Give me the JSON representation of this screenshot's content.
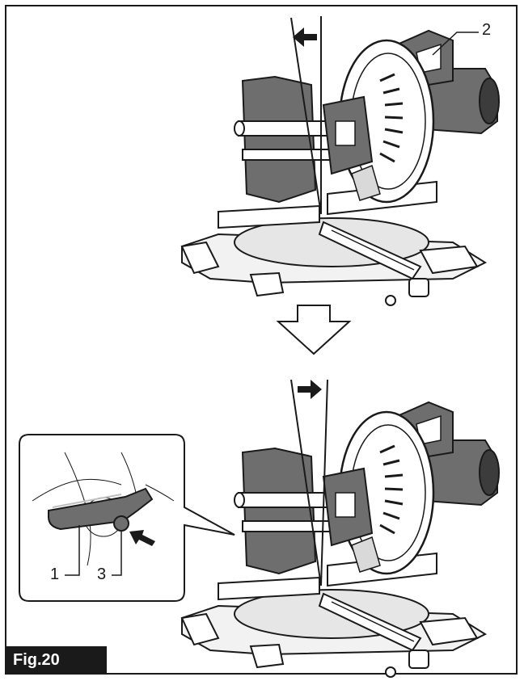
{
  "figure": {
    "label": "Fig.20"
  },
  "callouts": {
    "c1": "1",
    "c2": "2",
    "c3": "3"
  },
  "colors": {
    "line": "#1a1a1a",
    "body": "#6e6e6e",
    "dark": "#3c3c3c",
    "light": "#d9d9d9",
    "paper": "#ffffff"
  }
}
